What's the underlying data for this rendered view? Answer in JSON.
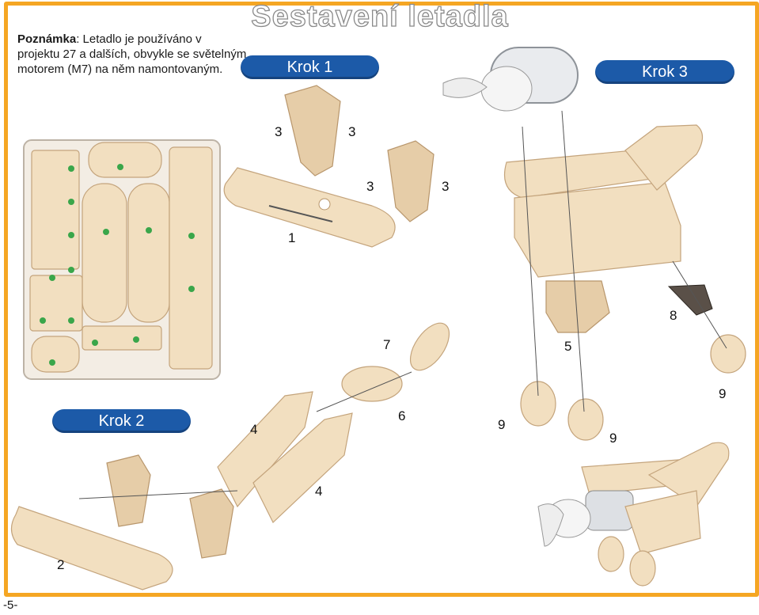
{
  "title": "Sestavení letadla",
  "note": {
    "label": "Poznámka",
    "text": ": Letadlo je používáno v projektu 27 a dalších, obvykle se světelným motorem (M7) na něm namontovaným."
  },
  "steps": {
    "step1": "Krok 1",
    "step2": "Krok 2",
    "step3": "Krok 3"
  },
  "part_numbers": {
    "a": "3",
    "b": "3",
    "c": "3",
    "d": "3",
    "e": "1",
    "f": "8",
    "g": "7",
    "h": "5",
    "i": "9",
    "j": "6",
    "k": "4",
    "l": "9",
    "m": "9",
    "n": "4",
    "o": "2"
  },
  "page_number": "-5-",
  "colors": {
    "frame": "#f5a623",
    "pill": "#1c5aa8",
    "wood": "#f2dfc0"
  }
}
